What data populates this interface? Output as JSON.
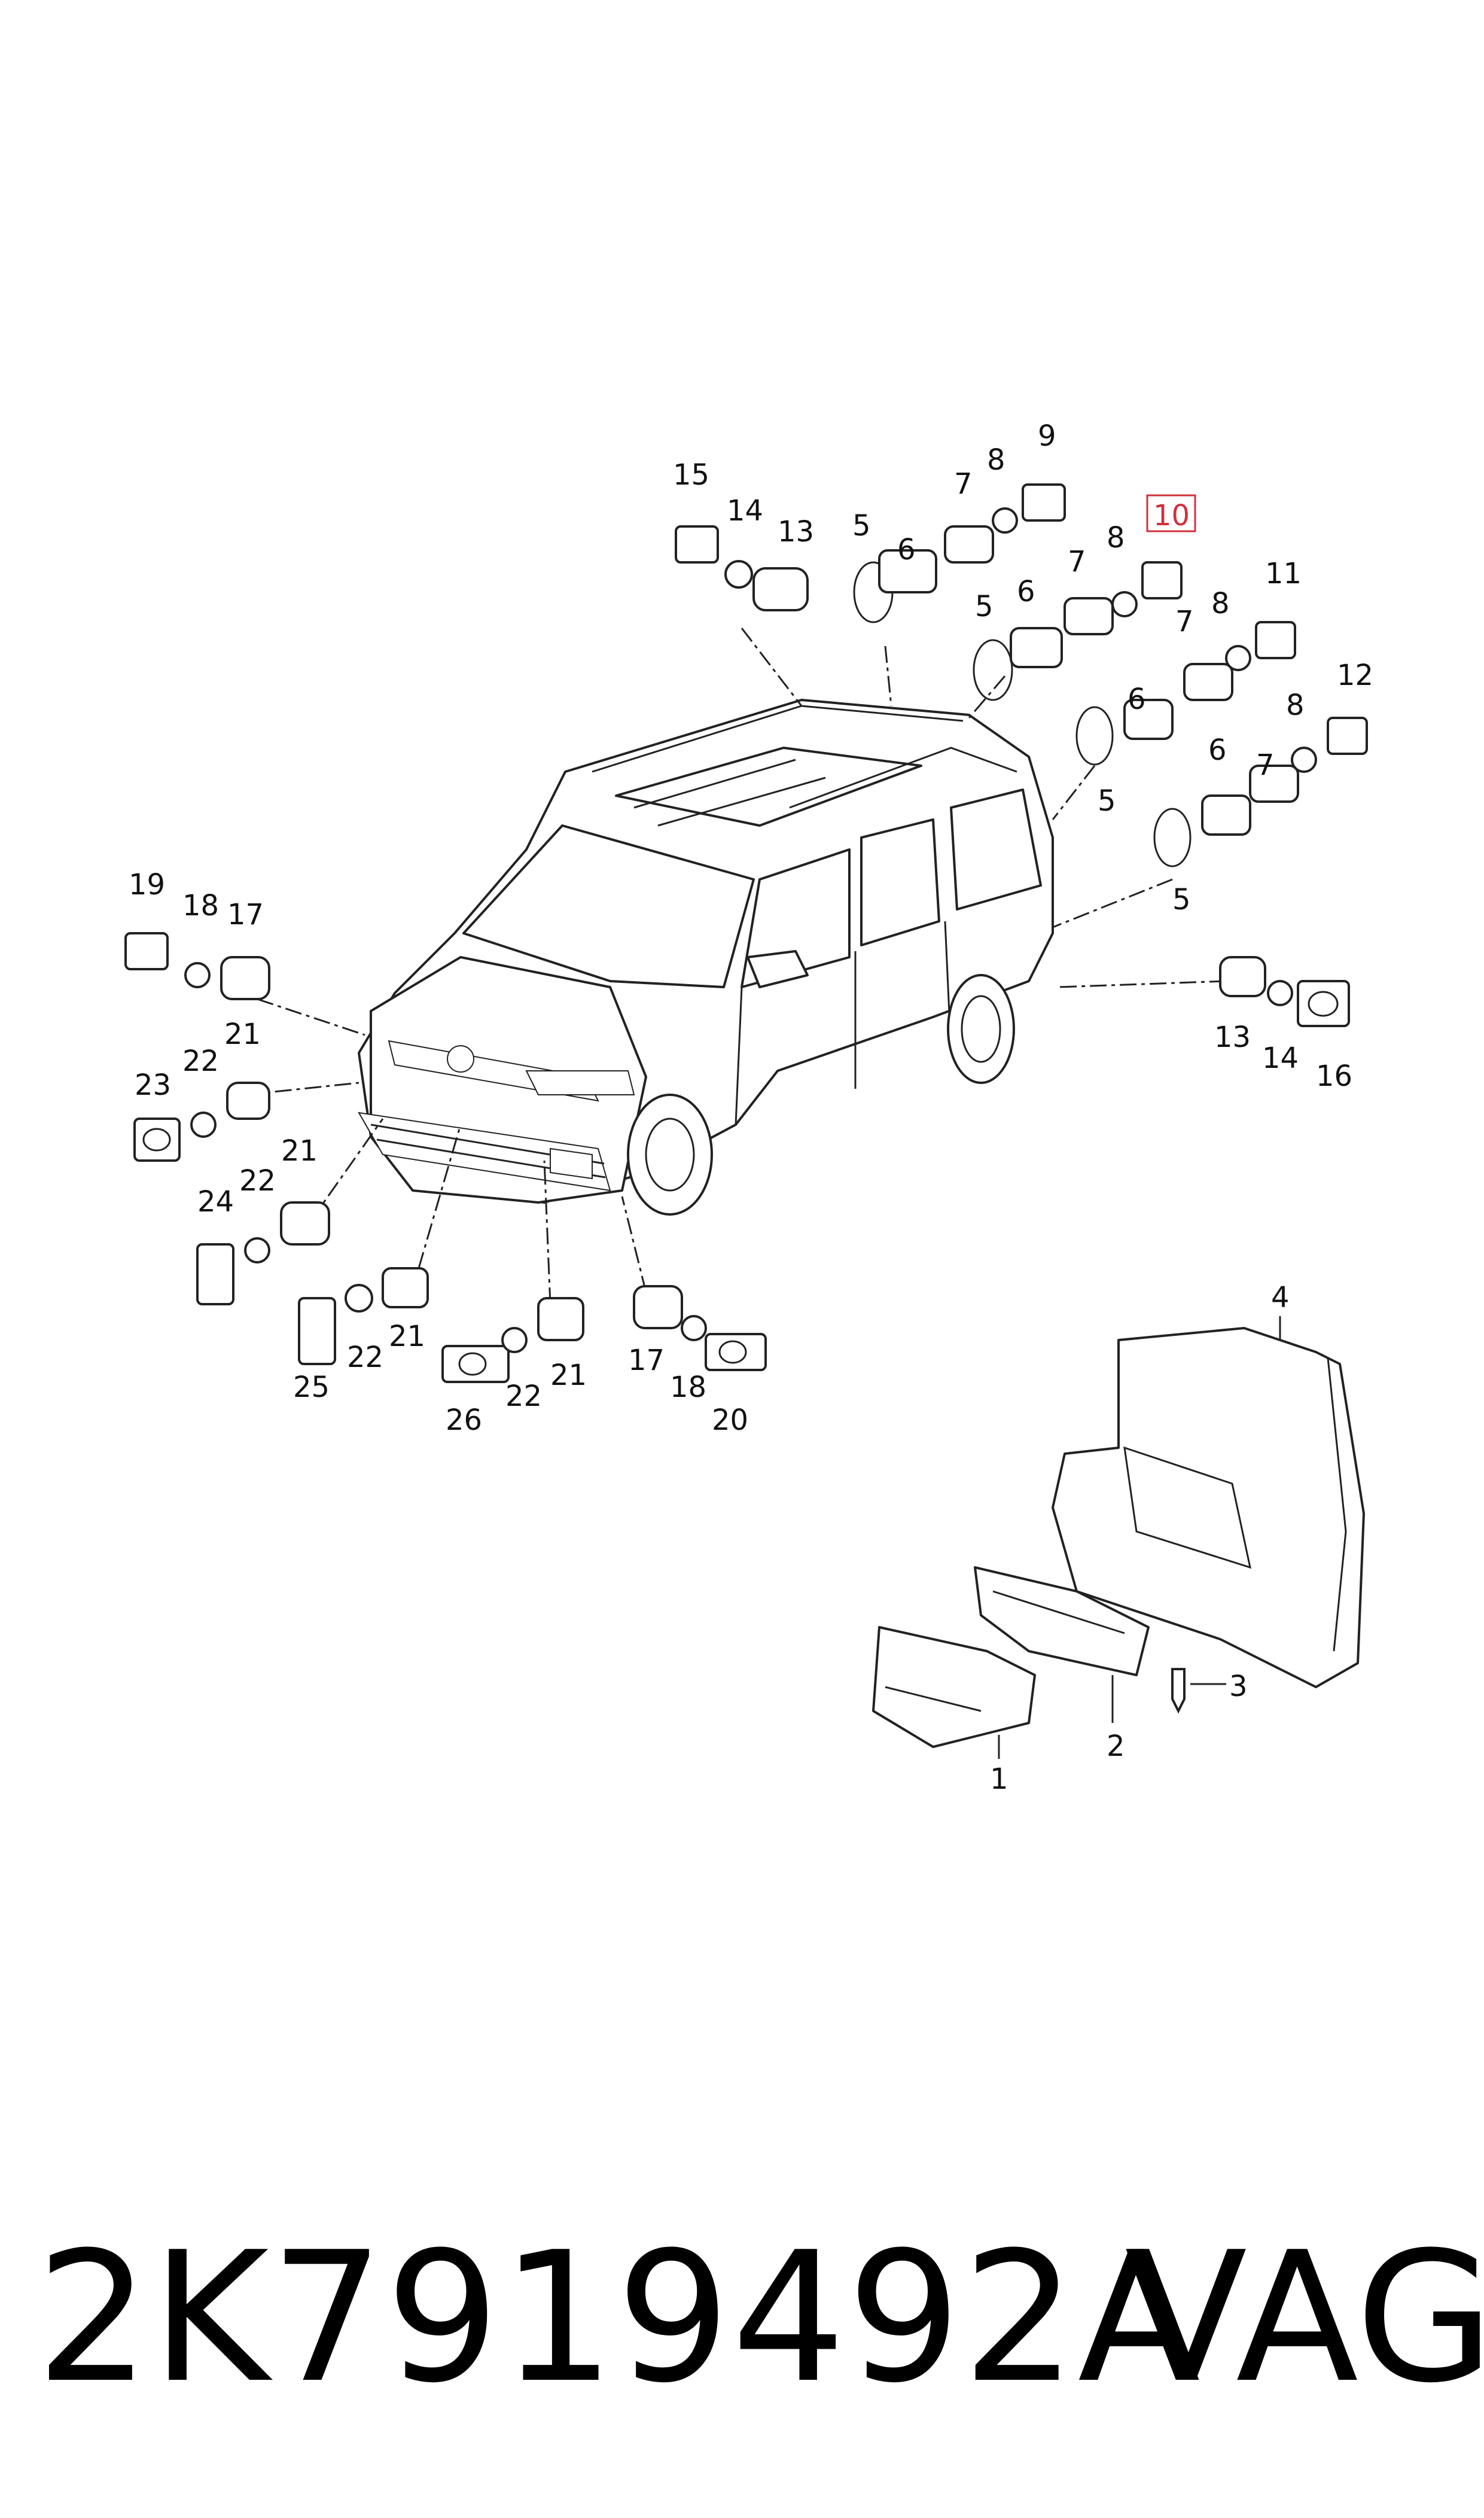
{
  "diagram": {
    "callouts": [
      "1",
      "2",
      "3",
      "4",
      "5",
      "6",
      "7",
      "8",
      "9",
      "10",
      "11",
      "12",
      "13",
      "14",
      "15",
      "16",
      "17",
      "18",
      "19",
      "20",
      "21",
      "22",
      "23",
      "24",
      "25",
      "26"
    ],
    "highlighted_callout": "10",
    "highlight_color": "#d22f3c"
  },
  "footer": {
    "part_number": "2K7919492A",
    "brand": "VAG"
  }
}
